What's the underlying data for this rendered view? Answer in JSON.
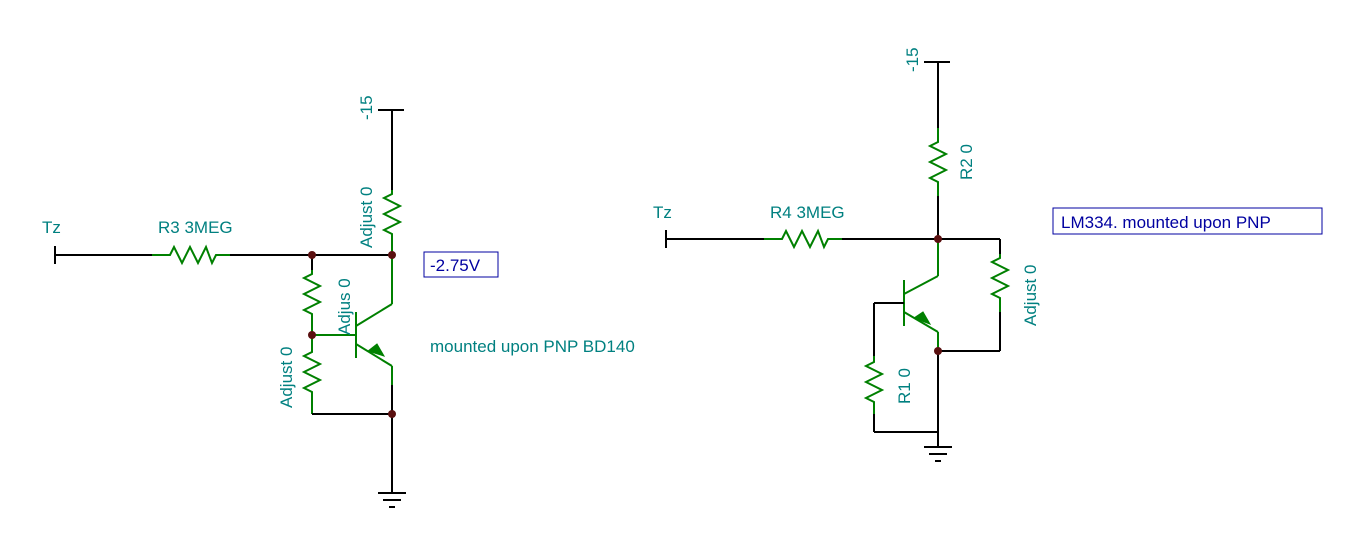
{
  "colors": {
    "wire": "#000000",
    "resistor": "#008000",
    "label": "#008080",
    "node": "#5a1010",
    "box": "#0000a0"
  },
  "circuit_left": {
    "input_label": "Tz",
    "r3_label": "R3 3MEG",
    "supply_label": "-15",
    "adjust_top_label": "Adjust 0",
    "adjus_mid_label": "Adjus 0",
    "adjust_bottom_label": "Adjust 0",
    "voltage_probe": "-2.75V",
    "note": "mounted upon PNP BD140"
  },
  "circuit_right": {
    "input_label": "Tz",
    "r4_label": "R4 3MEG",
    "supply_label": "-15",
    "r2_label": "R2 0",
    "r1_label": "R1 0",
    "adjust_label": "Adjust 0",
    "note_box": "LM334. mounted upon PNP"
  }
}
